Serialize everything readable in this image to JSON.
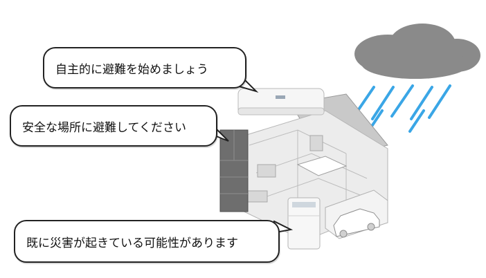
{
  "bubbles": {
    "voluntary_evacuation": "自主的に避難を始めましょう",
    "evacuate_safe_place": "安全な場所に避難してください",
    "disaster_may_occur": "既に災害が起きている可能性があります"
  },
  "icons": {
    "cloud": "rain-cloud-icon",
    "aircon": "air-conditioner-icon",
    "fridge": "refrigerator-icon",
    "purifier": "air-purifier-icon",
    "house": "house-cutaway-icon"
  },
  "colors": {
    "cloud": "#8a8a8a",
    "rain": "#3aa6e6",
    "house_roof": "#bdbdbd",
    "house_wall": "#e8e8e8",
    "appliance_white": "#f6f6f6",
    "fridge": "#6e6e6e"
  }
}
